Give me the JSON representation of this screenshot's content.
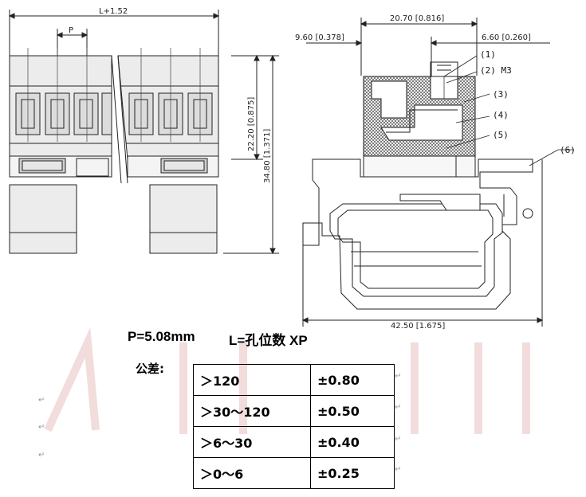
{
  "left_view": {
    "dim_length": "L+1.52",
    "dim_pitch": "P",
    "dim_height_1": "22.20 [0.875]",
    "dim_height_2": "34.80 [1.371]"
  },
  "right_view": {
    "dim_top": "20.70 [0.816]",
    "dim_left": "9.60 [0.378]",
    "dim_right": "6.60 [0.260]",
    "dim_bottom": "42.50 [1.675]",
    "callouts": [
      "(1)",
      "(2) M3",
      "(3)",
      "(4)",
      "(5)",
      "(6)"
    ]
  },
  "spec": {
    "pitch": "P=5.08mm",
    "length": "L=孔位数 XP"
  },
  "tolerance": {
    "title": "公差:",
    "rows": [
      {
        "range": "＞120",
        "value": "±0.80"
      },
      {
        "range": "＞30～120",
        "value": "±0.50"
      },
      {
        "range": "＞6～30",
        "value": "±0.40"
      },
      {
        "range": "＞0～6",
        "value": "±0.25"
      }
    ]
  }
}
